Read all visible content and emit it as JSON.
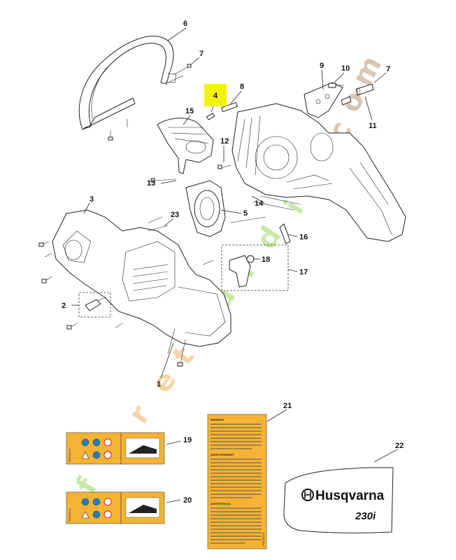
{
  "labels": {
    "l1": "1",
    "l2": "2",
    "l3": "3",
    "l4": "4",
    "l5": "5",
    "l6": "6",
    "l7a": "7",
    "l7b": "7",
    "l8": "8",
    "l9": "9",
    "l10": "10",
    "l11": "11",
    "l12": "12",
    "l13": "13",
    "l14": "14",
    "l15": "15",
    "l16": "16",
    "l17": "17",
    "l18": "18",
    "l19": "19",
    "l20": "20",
    "l21": "21",
    "l22": "22",
    "l23": "23"
  },
  "highlight_color": "#f2f20a",
  "warning_label": {
    "heading1": "WARNING",
    "heading2": "AVERTISSEMENT",
    "heading3": "ADVERTENCIA",
    "code": "5962292-01"
  },
  "decal": {
    "brand": "Husqvarna",
    "model": "230i"
  },
  "sticker_code": "5962292-01",
  "watermark": {
    "text": "foretjardin.com",
    "color_green": "#b8e08c",
    "color_orange": "#f6c48a",
    "color_brown": "#c9b49a"
  }
}
